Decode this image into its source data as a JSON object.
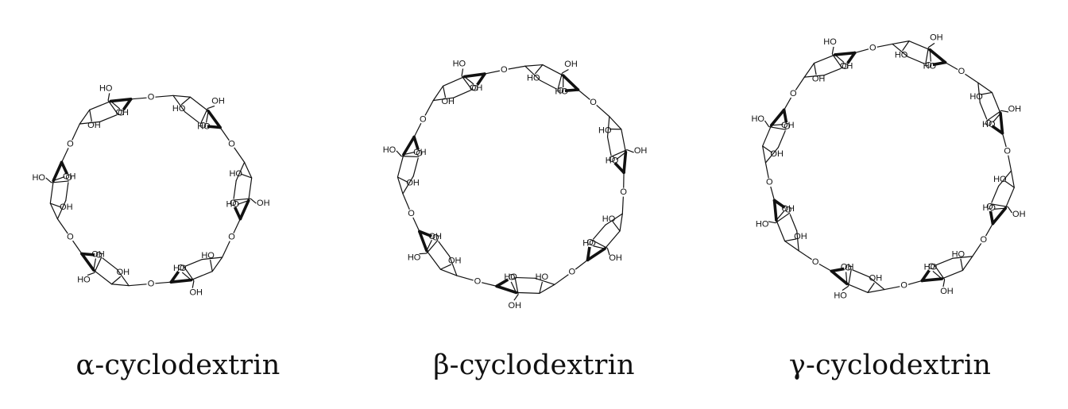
{
  "molecules": [
    {
      "label": "α-cyclodextrin",
      "units": 6
    },
    {
      "label": "β-cyclodextrin",
      "units": 7
    },
    {
      "label": "γ-cyclodextrin",
      "units": 8
    }
  ],
  "atom_labels": {
    "hydroxyl": "OH",
    "hydroxyl_rev": "HO",
    "oxygen": "O"
  },
  "colors": {
    "bond": "#111111",
    "text": "#111111"
  }
}
